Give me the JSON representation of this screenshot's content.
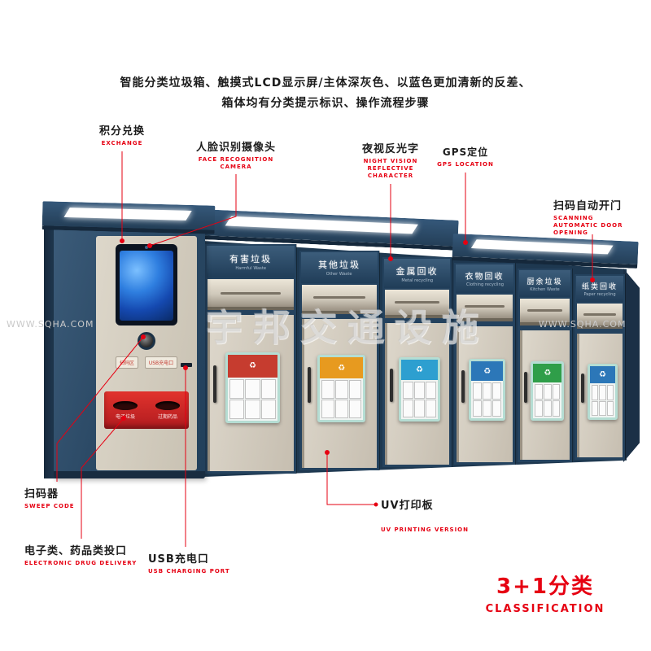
{
  "header": {
    "line1": "智能分类垃圾箱、触摸式LCD显示屏/主体深灰色、以蓝色更加清新的反差、",
    "line2": "箱体均有分类提示标识、操作流程步骤"
  },
  "callouts": [
    {
      "zh": "积分兑换",
      "en": "EXCHANGE"
    },
    {
      "zh": "人脸识别摄像头",
      "en": "FACE RECOGNITION CAMERA"
    },
    {
      "zh": "夜视反光字",
      "en": "NIGHT VISION REFLECTIVE CHARACTER"
    },
    {
      "zh": "GPS定位",
      "en": "GPS LOCATION"
    },
    {
      "zh": "扫码自动开门",
      "en": "SCANNING AUTOMATIC DOOR OPENING"
    },
    {
      "zh": "扫码器",
      "en": "SWEEP CODE"
    },
    {
      "zh": "电子类、药品类投口",
      "en": "ELECTRONIC DRUG DELIVERY"
    },
    {
      "zh": "USB充电口",
      "en": "USB CHARGING PORT"
    },
    {
      "zh": "UV打印板",
      "en": "UV PRINTING VERSION"
    }
  ],
  "footer": {
    "zh": "3+1分类",
    "en": "CLASSIFICATION"
  },
  "watermarks": {
    "side": "WWW.SQHA.COM",
    "center": "宇邦交通设施"
  },
  "kiosk": {
    "slots": [
      "电子垃圾",
      "过期药品"
    ],
    "plates": [
      "扫码区",
      "USB充电口"
    ]
  },
  "bins": [
    {
      "label": "有害垃圾",
      "en": "Harmful Waste",
      "color": "#c63c2f"
    },
    {
      "label": "其他垃圾",
      "en": "Other Waste",
      "color": "#e79a1f"
    },
    {
      "label": "金属回收",
      "en": "Metal recycling",
      "color": "#2d9fd0"
    },
    {
      "label": "衣物回收",
      "en": "Clothing recycling",
      "color": "#2c77b8"
    },
    {
      "label": "厨余垃圾",
      "en": "Kitchen Waste",
      "color": "#2f9e49"
    },
    {
      "label": "纸类回收",
      "en": "Paper recycling",
      "color": "#2c77b8"
    }
  ],
  "colors": {
    "accent_red": "#e60012",
    "cabinet_navy": "#2c4a66",
    "panel_beige": "#d3ccbf",
    "sticker_border": "#b5ddd3",
    "light_strip": "#ffffff"
  }
}
